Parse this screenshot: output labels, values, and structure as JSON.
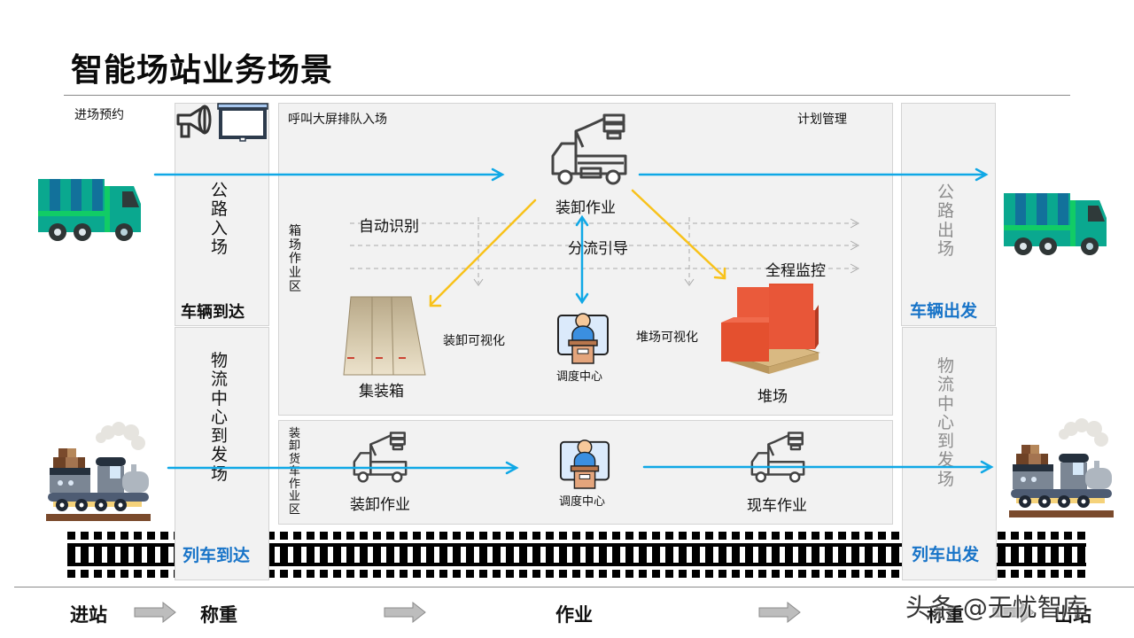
{
  "title": "智能场站业务场景",
  "top_left_label": "进场预约",
  "colors": {
    "flow_arrow": "#10a8e6",
    "guide_arrow": "#f8c21b",
    "accent_text": "#1874c8",
    "panel_bg": "#f2f2f2",
    "truck_body": "#0aa88f",
    "truck_stripe": "#12719b"
  },
  "left_column": {
    "road_entry_vertical": [
      "公",
      "路",
      "入",
      "场"
    ],
    "vehicle_arrive": "车辆到达",
    "logistics_vertical": [
      "物",
      "流",
      "中",
      "心",
      "到",
      "发",
      "场"
    ],
    "train_arrive": "列车到达"
  },
  "right_column": {
    "road_exit_vertical": [
      "公",
      "路",
      "出",
      "场"
    ],
    "vehicle_depart": "车辆出发",
    "logistics_vertical": [
      "物",
      "流",
      "中",
      "心",
      "到",
      "发",
      "场"
    ],
    "train_depart": "列车出发"
  },
  "yard_panel": {
    "call_screen_label": "呼叫大屏排队入场",
    "plan_label": "计划管理",
    "zone_vertical": [
      "箱",
      "场",
      "作",
      "业",
      "区"
    ],
    "crane_label": "装卸作业",
    "auto_identify": "自动识别",
    "diversion": "分流引导",
    "full_monitor": "全程监控",
    "container_label": "集装箱",
    "load_visual": "装卸可视化",
    "dispatch_label": "调度中心",
    "stack_visual": "堆场可视化",
    "stack_label": "堆场"
  },
  "rail_panel": {
    "zone_vertical": [
      "装",
      "卸",
      "货",
      "车",
      "作",
      "业",
      "区"
    ],
    "crane_label": "装卸作业",
    "dispatch_label": "调度中心",
    "onsite_label": "现车作业"
  },
  "process_steps": [
    "进站",
    "称重",
    "作业",
    "称重",
    "出站"
  ],
  "watermark": "头条 @无忧智库",
  "icons": [
    "megaphone-icon",
    "screen-icon",
    "truck-icon",
    "crane-truck-icon",
    "container-icon",
    "dispatcher-icon",
    "pallet-boxes-icon",
    "train-icon",
    "railway-track-icon",
    "step-arrow-icon"
  ]
}
